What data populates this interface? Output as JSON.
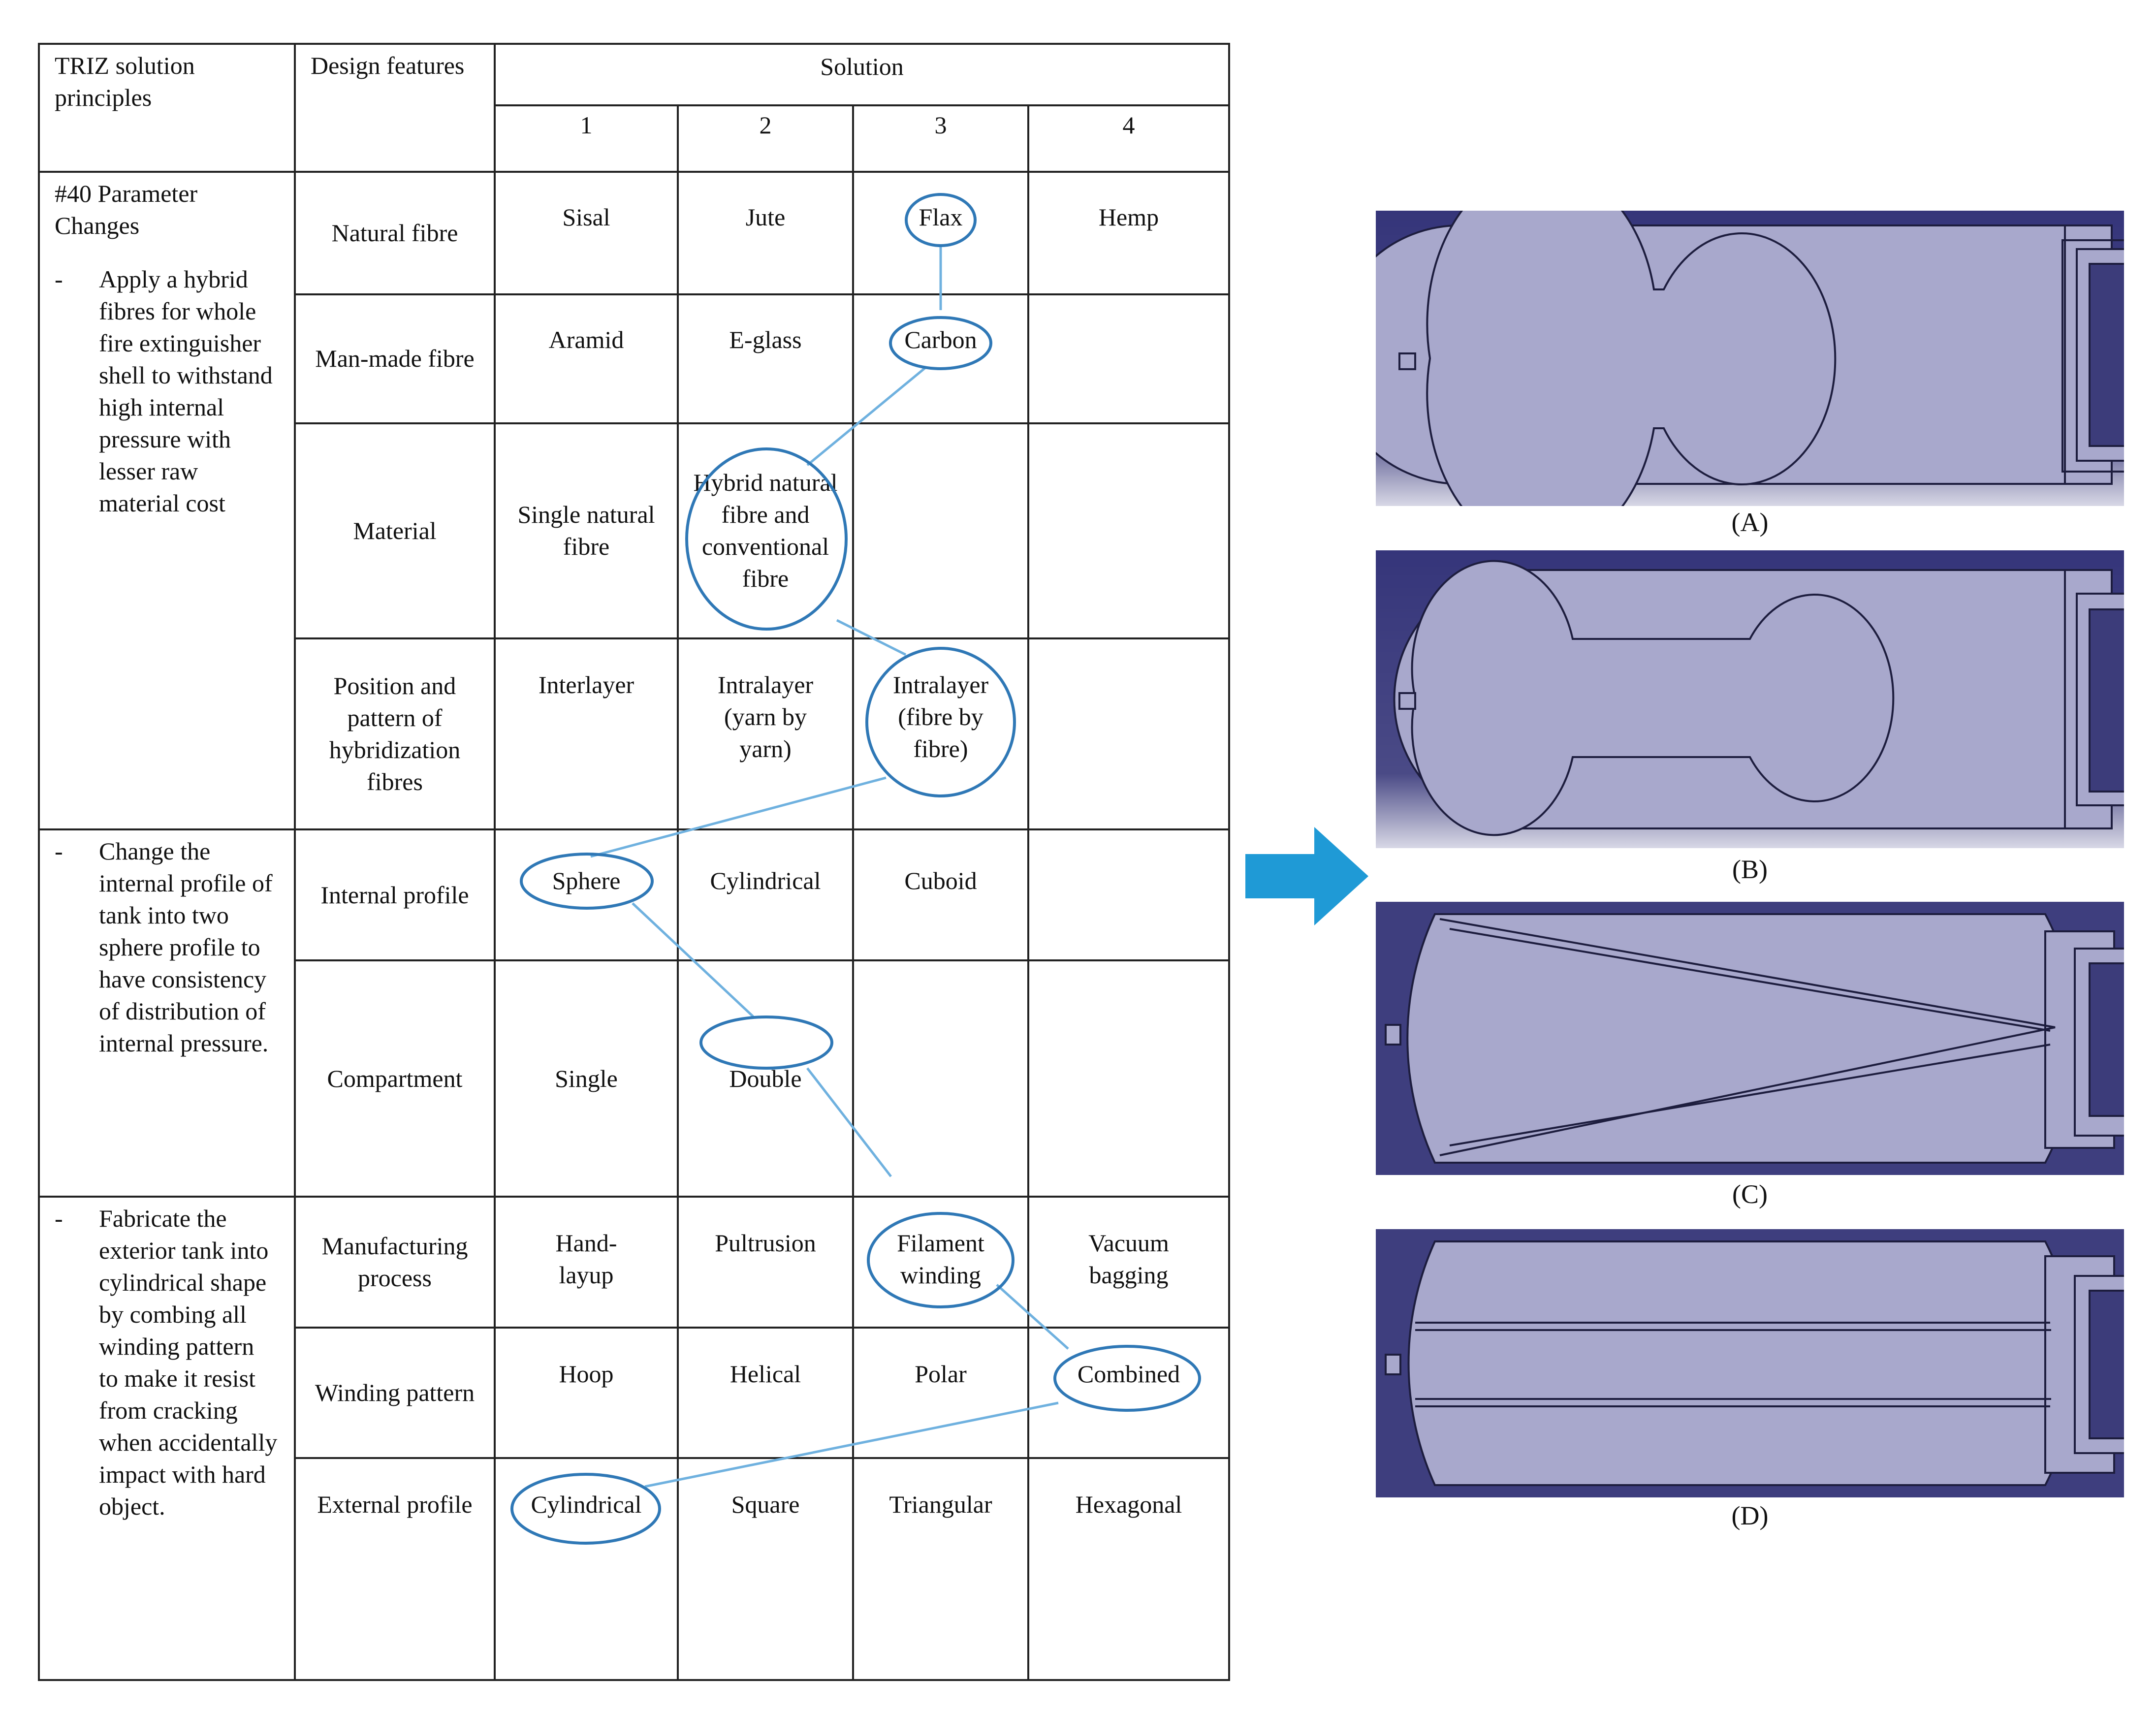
{
  "table": {
    "header": {
      "principles": "TRIZ solution principles",
      "features": "Design features",
      "solution": "Solution",
      "numbers": [
        "1",
        "2",
        "3",
        "4"
      ]
    },
    "principles": [
      {
        "heading": "#40 Parameter Changes",
        "text": "Apply a hybrid fibres for whole fire extinguisher shell to withstand high internal pressure with lesser raw material cost"
      },
      {
        "heading": "",
        "text": "Change the internal profile of tank into two sphere profile to have consistency of distribution of internal pressure."
      },
      {
        "heading": "",
        "text": "Fabricate the exterior tank into cylindrical shape by combing all winding pattern to make it resist from cracking when accidentally impact with hard object."
      }
    ],
    "rows": [
      {
        "feature": "Natural fibre",
        "options": [
          "Sisal",
          "Jute",
          "Flax",
          "Hemp"
        ]
      },
      {
        "feature": "Man-made fibre",
        "options": [
          "Aramid",
          "E-glass",
          "Carbon",
          ""
        ]
      },
      {
        "feature": "Material",
        "options": [
          "Single natural fibre",
          "Hybrid natural fibre and conventional fibre",
          "",
          ""
        ]
      },
      {
        "feature": "Position and pattern of hybridization fibres",
        "options": [
          "Interlayer",
          "Intralayer (yarn by yarn)",
          "Intralayer (fibre by fibre)",
          ""
        ]
      },
      {
        "feature": "Internal profile",
        "options": [
          "Sphere",
          "Cylindrical",
          "Cuboid",
          ""
        ]
      },
      {
        "feature": "Compartment",
        "options": [
          "Single",
          "Double",
          "",
          ""
        ]
      },
      {
        "feature": "Manufacturing process",
        "options": [
          "Hand-layup",
          "Pultrusion",
          "Filament winding",
          "Vacuum bagging"
        ]
      },
      {
        "feature": "Winding pattern",
        "options": [
          "Hoop",
          "Helical",
          "Polar",
          "Combined"
        ]
      },
      {
        "feature": "External profile",
        "options": [
          "Cylindrical",
          "Square",
          "Triangular",
          "Hexagonal"
        ]
      }
    ],
    "selected": [
      "Flax",
      "Carbon",
      "Hybrid natural fibre and conventional fibre",
      "Intralayer (fibre by fibre)",
      "Sphere",
      "Double",
      "Filament winding",
      "Combined",
      "Cylindrical"
    ]
  },
  "panels": [
    {
      "label": "(A)",
      "variant": "two-spheres-touching"
    },
    {
      "label": "(B)",
      "variant": "two-spheres-neck"
    },
    {
      "label": "(C)",
      "variant": "double-triangle-compartments"
    },
    {
      "label": "(D)",
      "variant": "parallel-compartments"
    }
  ],
  "arrow": {
    "icon": "arrow-right-icon",
    "color": "#1f9ad6"
  },
  "colors": {
    "highlight": "#2f78b6",
    "connector": "#6fb1df",
    "cad_bg": "#3c3c7a",
    "cad_fill": "#a8a8cc",
    "cad_line": "#1d1d3e"
  }
}
